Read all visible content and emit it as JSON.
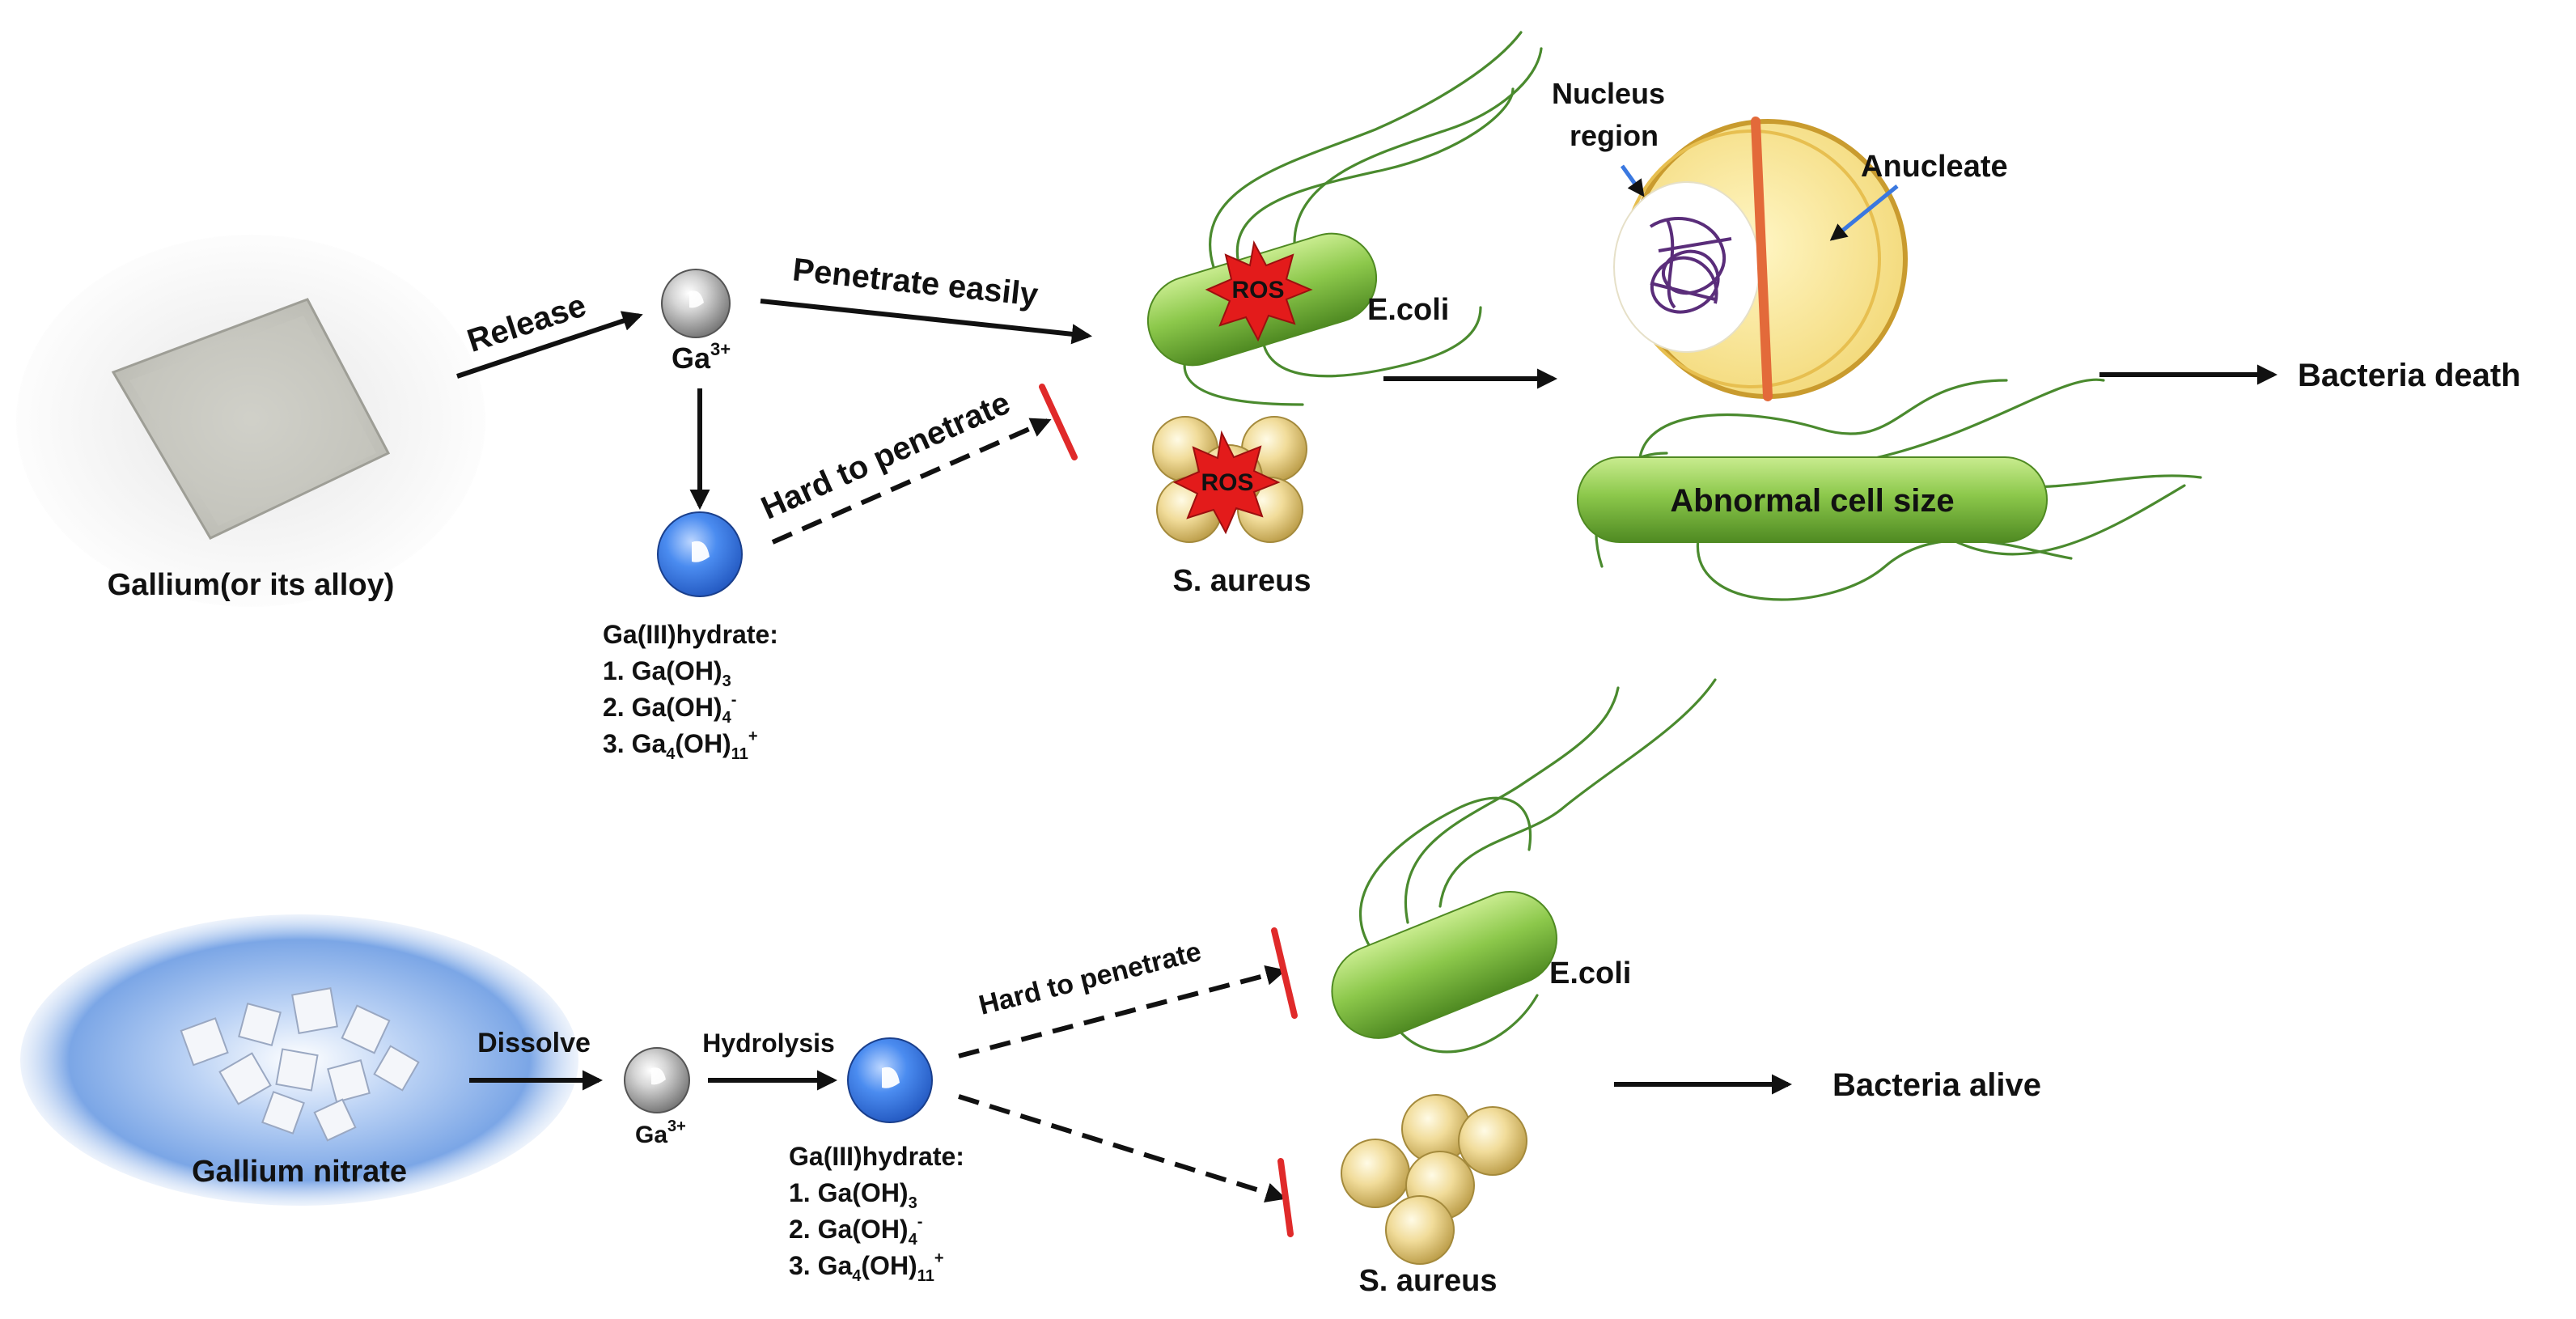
{
  "top": {
    "source_label": "Gallium(or its alloy)",
    "release_label": "Release",
    "ion_label": "Ga",
    "ion_charge": "3+",
    "penetrate_easy_label": "Penetrate easily",
    "penetrate_hard_label": "Hard to penetrate",
    "hydrate_title": "Ga(III)hydrate:",
    "hydrate_items": [
      {
        "prefix": "1. Ga(OH)",
        "sub": "3",
        "sup": ""
      },
      {
        "prefix": "2. Ga(OH)",
        "sub": "4",
        "sup": "-"
      },
      {
        "prefix": "3. Ga",
        "sub": "4",
        "mid": "(OH)",
        "sub2": "11",
        "sup": "+"
      }
    ],
    "ros_label": "ROS",
    "ecoli_label": "E.coli",
    "saureus_label": "S. aureus",
    "nucleus_label_line1": "Nucleus",
    "nucleus_label_line2": "region",
    "anucleate_label": "Anucleate",
    "abnormal_label": "Abnormal  cell size",
    "outcome_label": "Bacteria death"
  },
  "bottom": {
    "source_label": "Gallium nitrate",
    "dissolve_label": "Dissolve",
    "ion_label": "Ga",
    "ion_charge": "3+",
    "hydrolysis_label": "Hydrolysis",
    "penetrate_hard_label": "Hard to penetrate",
    "hydrate_title": "Ga(III)hydrate:",
    "hydrate_items": [
      {
        "prefix": "1. Ga(OH)",
        "sub": "3",
        "sup": ""
      },
      {
        "prefix": "2. Ga(OH)",
        "sub": "4",
        "sup": "-"
      },
      {
        "prefix": "3. Ga",
        "sub": "4",
        "mid": "(OH)",
        "sub2": "11",
        "sup": "+"
      }
    ],
    "ecoli_label": "E.coli",
    "saureus_label": "S. aureus",
    "outcome_label": "Bacteria alive"
  },
  "colors": {
    "arrow": "#111111",
    "block_bar": "#e02a2a",
    "bacillus_green": "#8cc84b",
    "coccus_yellow": "#f1dc9a",
    "ga3_ion_grey": "#9a9a9a",
    "hydrate_blue": "#3a78e0",
    "ros_red": "#e31b1b",
    "flagella": "#4a8a2e"
  }
}
